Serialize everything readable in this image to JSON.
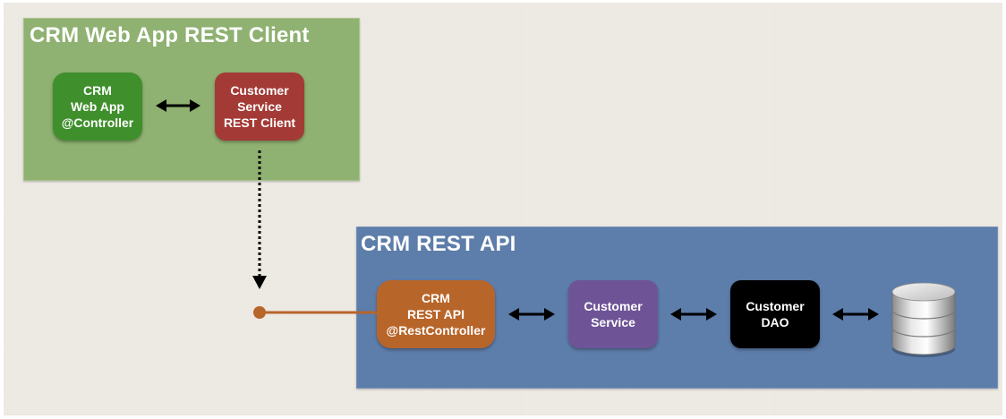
{
  "client_panel": {
    "title": "CRM Web App REST Client",
    "color": "#8fb171",
    "controller_box": {
      "lines": [
        "CRM",
        "Web App",
        "@Controller"
      ],
      "color": "#3f8f2c"
    },
    "rest_client_box": {
      "lines": [
        "Customer",
        "Service",
        "REST Client"
      ],
      "color": "#a43a36"
    }
  },
  "api_panel": {
    "title": "CRM REST API",
    "color": "#5d7daa",
    "rest_controller_box": {
      "lines": [
        "CRM",
        "REST API",
        "@RestController"
      ],
      "color": "#b8652a"
    },
    "service_box": {
      "lines": [
        "Customer",
        "Service"
      ],
      "color": "#6e5496"
    },
    "dao_box": {
      "lines": [
        "Customer",
        "DAO"
      ],
      "color": "#000000"
    },
    "database": {
      "icon": "database-icon"
    }
  },
  "connectors": {
    "client_link": "dotted-arrow-down",
    "endpoint_color": "#b8652a"
  }
}
